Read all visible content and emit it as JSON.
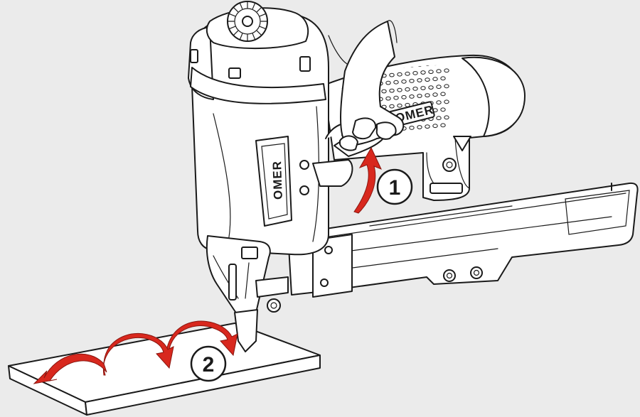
{
  "steps": [
    {
      "number": "1"
    },
    {
      "number": "2"
    }
  ],
  "tool": {
    "brand_grip": "OMER",
    "brand_side": "OMER"
  },
  "colors": {
    "background": "#ebebeb",
    "arrow": "#d8281e",
    "ink": "#1a1a1a"
  }
}
